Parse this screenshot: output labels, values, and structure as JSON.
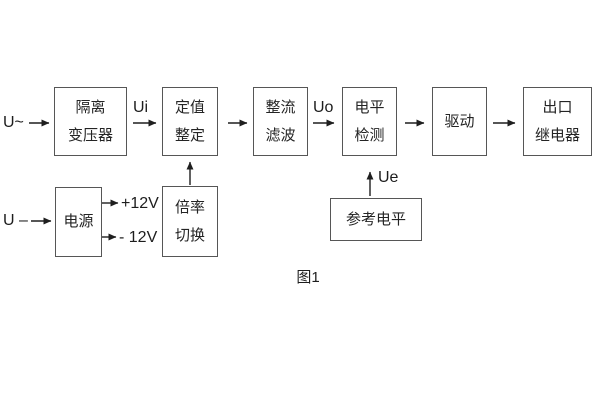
{
  "figure": {
    "caption": "图1",
    "blocks": {
      "isolation_transformer": {
        "line1": "隔离",
        "line2": "变压器"
      },
      "setpoint_adjust": {
        "line1": "定值",
        "line2": "整定"
      },
      "rectifier_filter": {
        "line1": "整流",
        "line2": "滤波"
      },
      "level_detector": {
        "line1": "电平",
        "line2": "检测"
      },
      "driver": {
        "line1": "驱动"
      },
      "output_relay": {
        "line1": "出口",
        "line2": "继电器"
      },
      "power_supply": {
        "line1": "电源"
      },
      "ratio_switch": {
        "line1": "倍率",
        "line2": "切换"
      },
      "reference_level": {
        "line1": "参考电平"
      }
    },
    "signal_labels": {
      "ac_input": "U~",
      "dc_input": "U –",
      "ui": "Ui",
      "uo": "Uo",
      "ue": "Ue",
      "plus_12v": "+12V",
      "minus_12v": "- 12V"
    },
    "colors": {
      "background": "#ffffff",
      "box_border": "#565656",
      "text": "#222222",
      "arrow": "#1f1f1f"
    }
  }
}
